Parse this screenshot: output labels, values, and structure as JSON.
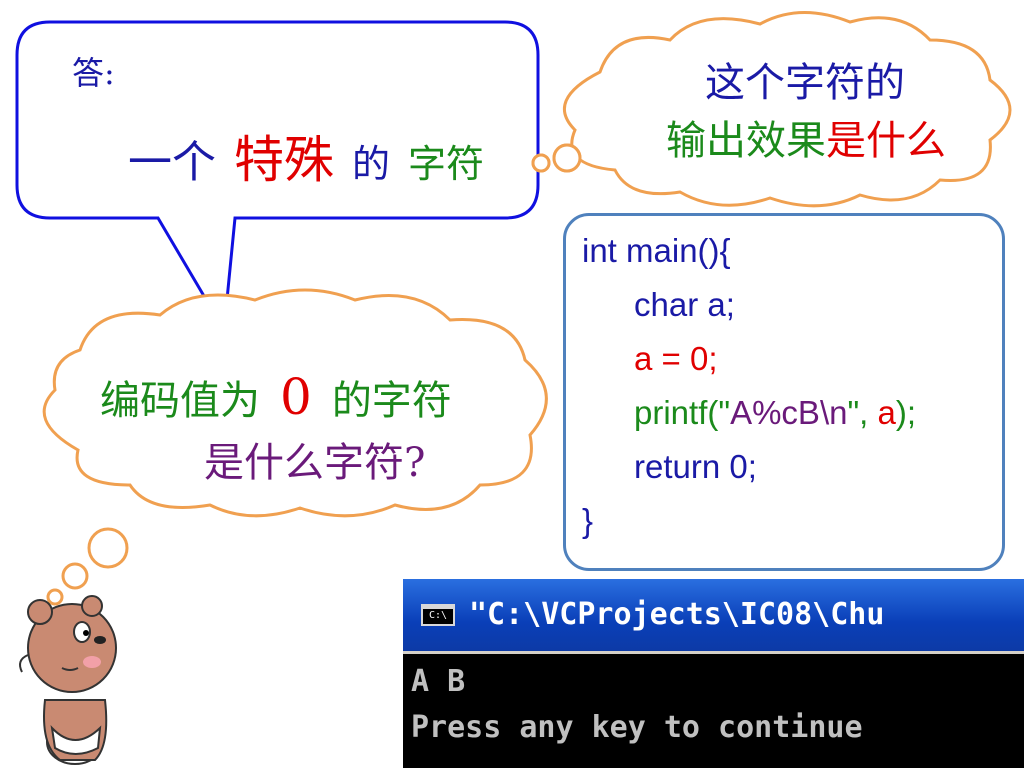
{
  "answer_bubble": {
    "label": "答:",
    "words": [
      "一个",
      "特殊",
      "的",
      "字符"
    ]
  },
  "question_bubble_top": {
    "line1": "这个字符的",
    "line2_part1": "输出效果",
    "line2_part2": "是什么"
  },
  "question_bubble_mid": {
    "line1_part1": "编码值为",
    "line1_zero": "0",
    "line1_part2": "的字符",
    "line2": "是什么字符?"
  },
  "code": {
    "line1": "int main(){",
    "line2": "char a;",
    "line3": "a = 0;",
    "line4_p1": "printf(\"",
    "line4_p2": "A%cB\\n",
    "line4_p3": "\", ",
    "line4_p4": "a",
    "line4_p5": ");",
    "line5": "return 0;",
    "line6": "}"
  },
  "console": {
    "icon_text": "C:\\",
    "title": "\"C:\\VCProjects\\IC08\\Chu",
    "output_line1": "A B",
    "output_line2": "Press any key to continue"
  },
  "colors": {
    "blue_text": "#1a1aa6",
    "red_text": "#e00000",
    "green_text": "#1b8a1b",
    "purple_text": "#6a1a7a",
    "cloud_outline": "#f0a050",
    "bubble_outline": "#1010e0",
    "code_border": "#4f81bd",
    "console_title_bg": "#0a3fb8"
  }
}
